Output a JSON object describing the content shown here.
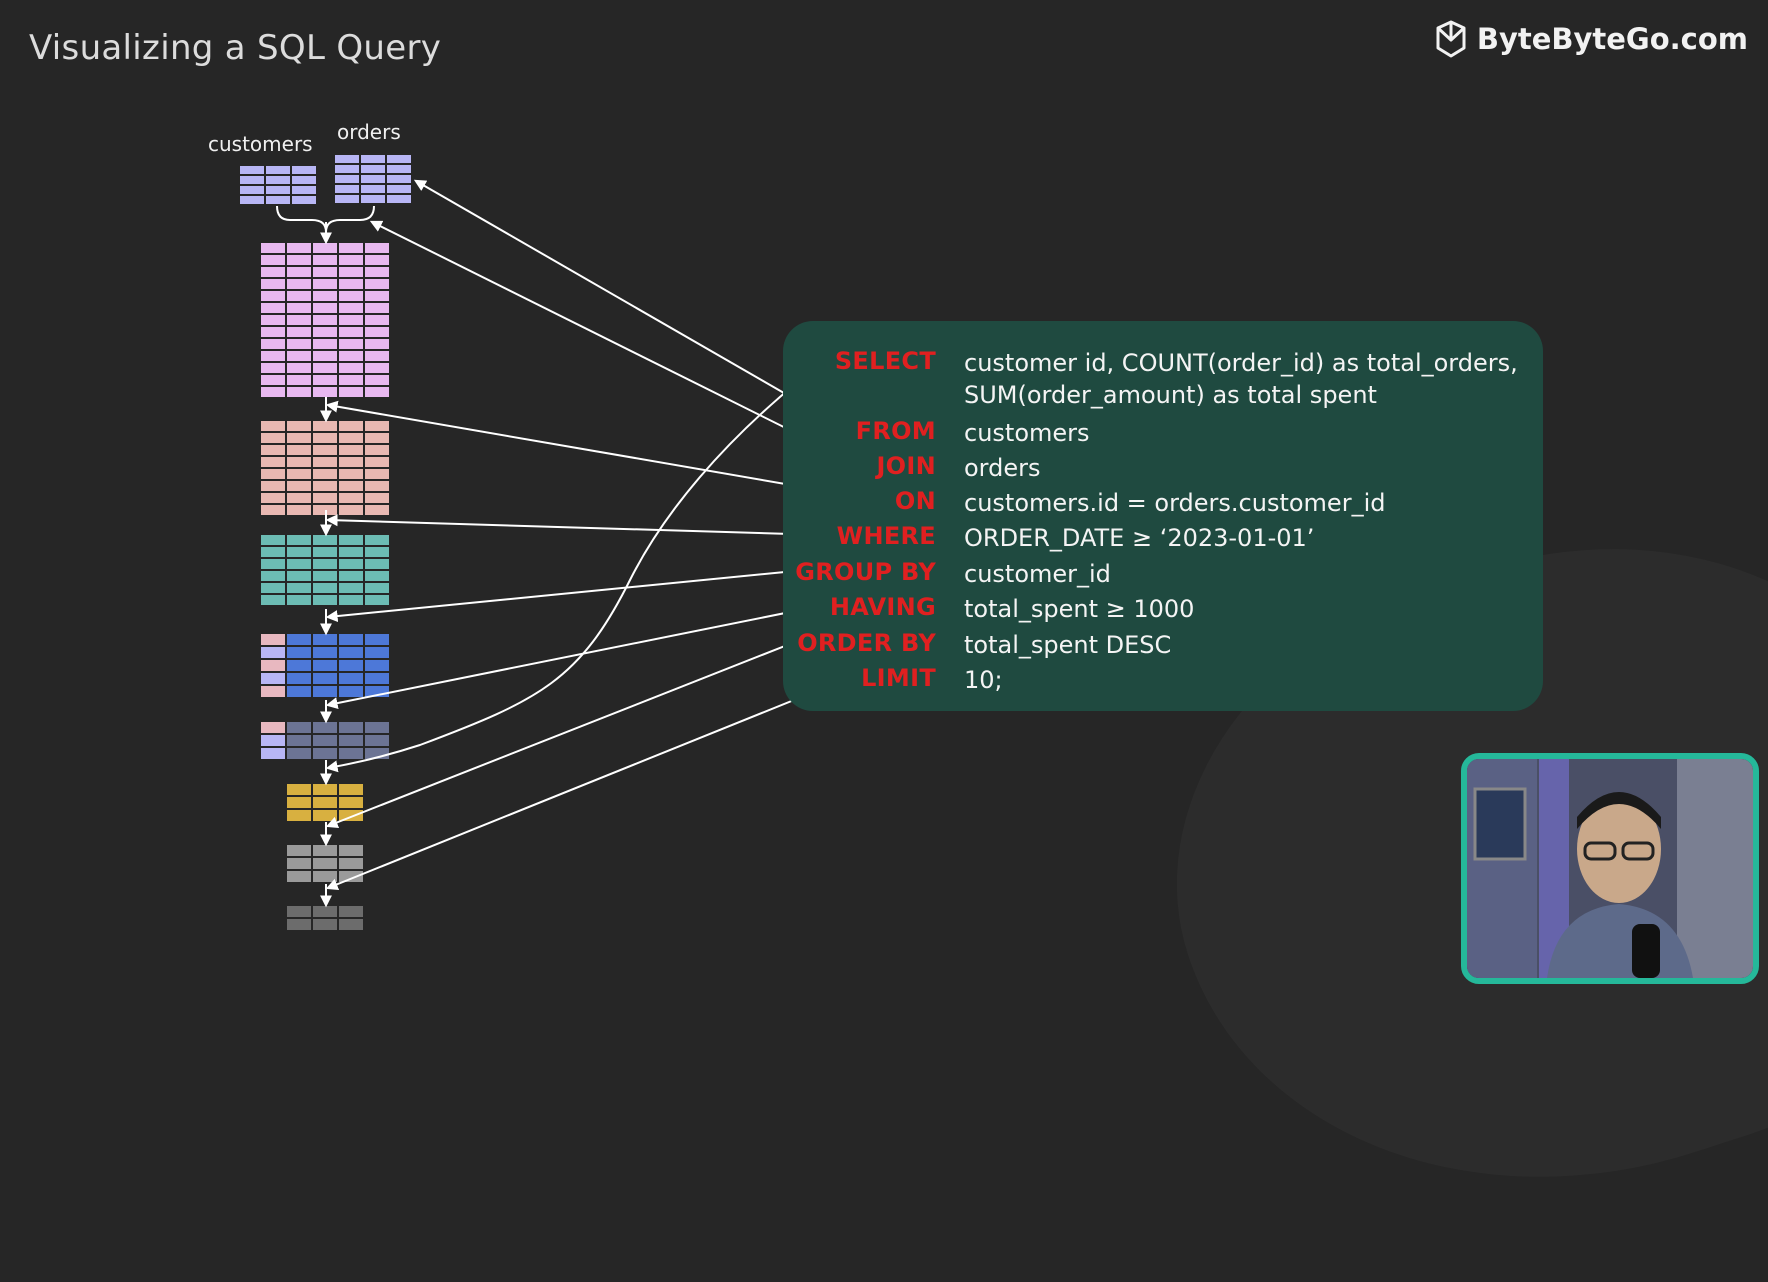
{
  "header": {
    "title": "Visualizing a SQL Query",
    "brand": "ByteByteGo.com",
    "brand_icon": "bytebytego-logo-icon"
  },
  "tables": {
    "customers_label": "customers",
    "orders_label": "orders"
  },
  "query": [
    {
      "keyword": "SELECT",
      "clause": "customer id, COUNT(order_id) as total_orders, SUM(order_amount) as total spent"
    },
    {
      "keyword": "FROM",
      "clause": "customers"
    },
    {
      "keyword": "JOIN",
      "clause": "orders"
    },
    {
      "keyword": "ON",
      "clause": "customers.id = orders.customer_id"
    },
    {
      "keyword": "WHERE",
      "clause": "ORDER_DATE ≥ ‘2023-01-01’"
    },
    {
      "keyword": "GROUP BY",
      "clause": "customer_id"
    },
    {
      "keyword": "HAVING",
      "clause": "total_spent ≥ 1000"
    },
    {
      "keyword": "ORDER BY",
      "clause": "total_spent DESC"
    },
    {
      "keyword": "LIMIT",
      "clause": "10;"
    }
  ],
  "colors": {
    "background": "#262626",
    "panel": "#1f4a40",
    "keyword": "#e02020",
    "customers_table": "#b8b6f5",
    "orders_table": "#b8b6f5",
    "joined_table": "#e8b8f0",
    "on_table": "#e8b8b2",
    "where_table": "#6cbcb4",
    "group_table": "#4d78d8",
    "having_table": "#6c7494",
    "select_table": "#d8b040",
    "order_table": "#9a9a9a",
    "limit_table": "#6c6c6c",
    "webcam_border": "#25b89a"
  },
  "webcam": {
    "icon": "presenter-webcam-video"
  }
}
